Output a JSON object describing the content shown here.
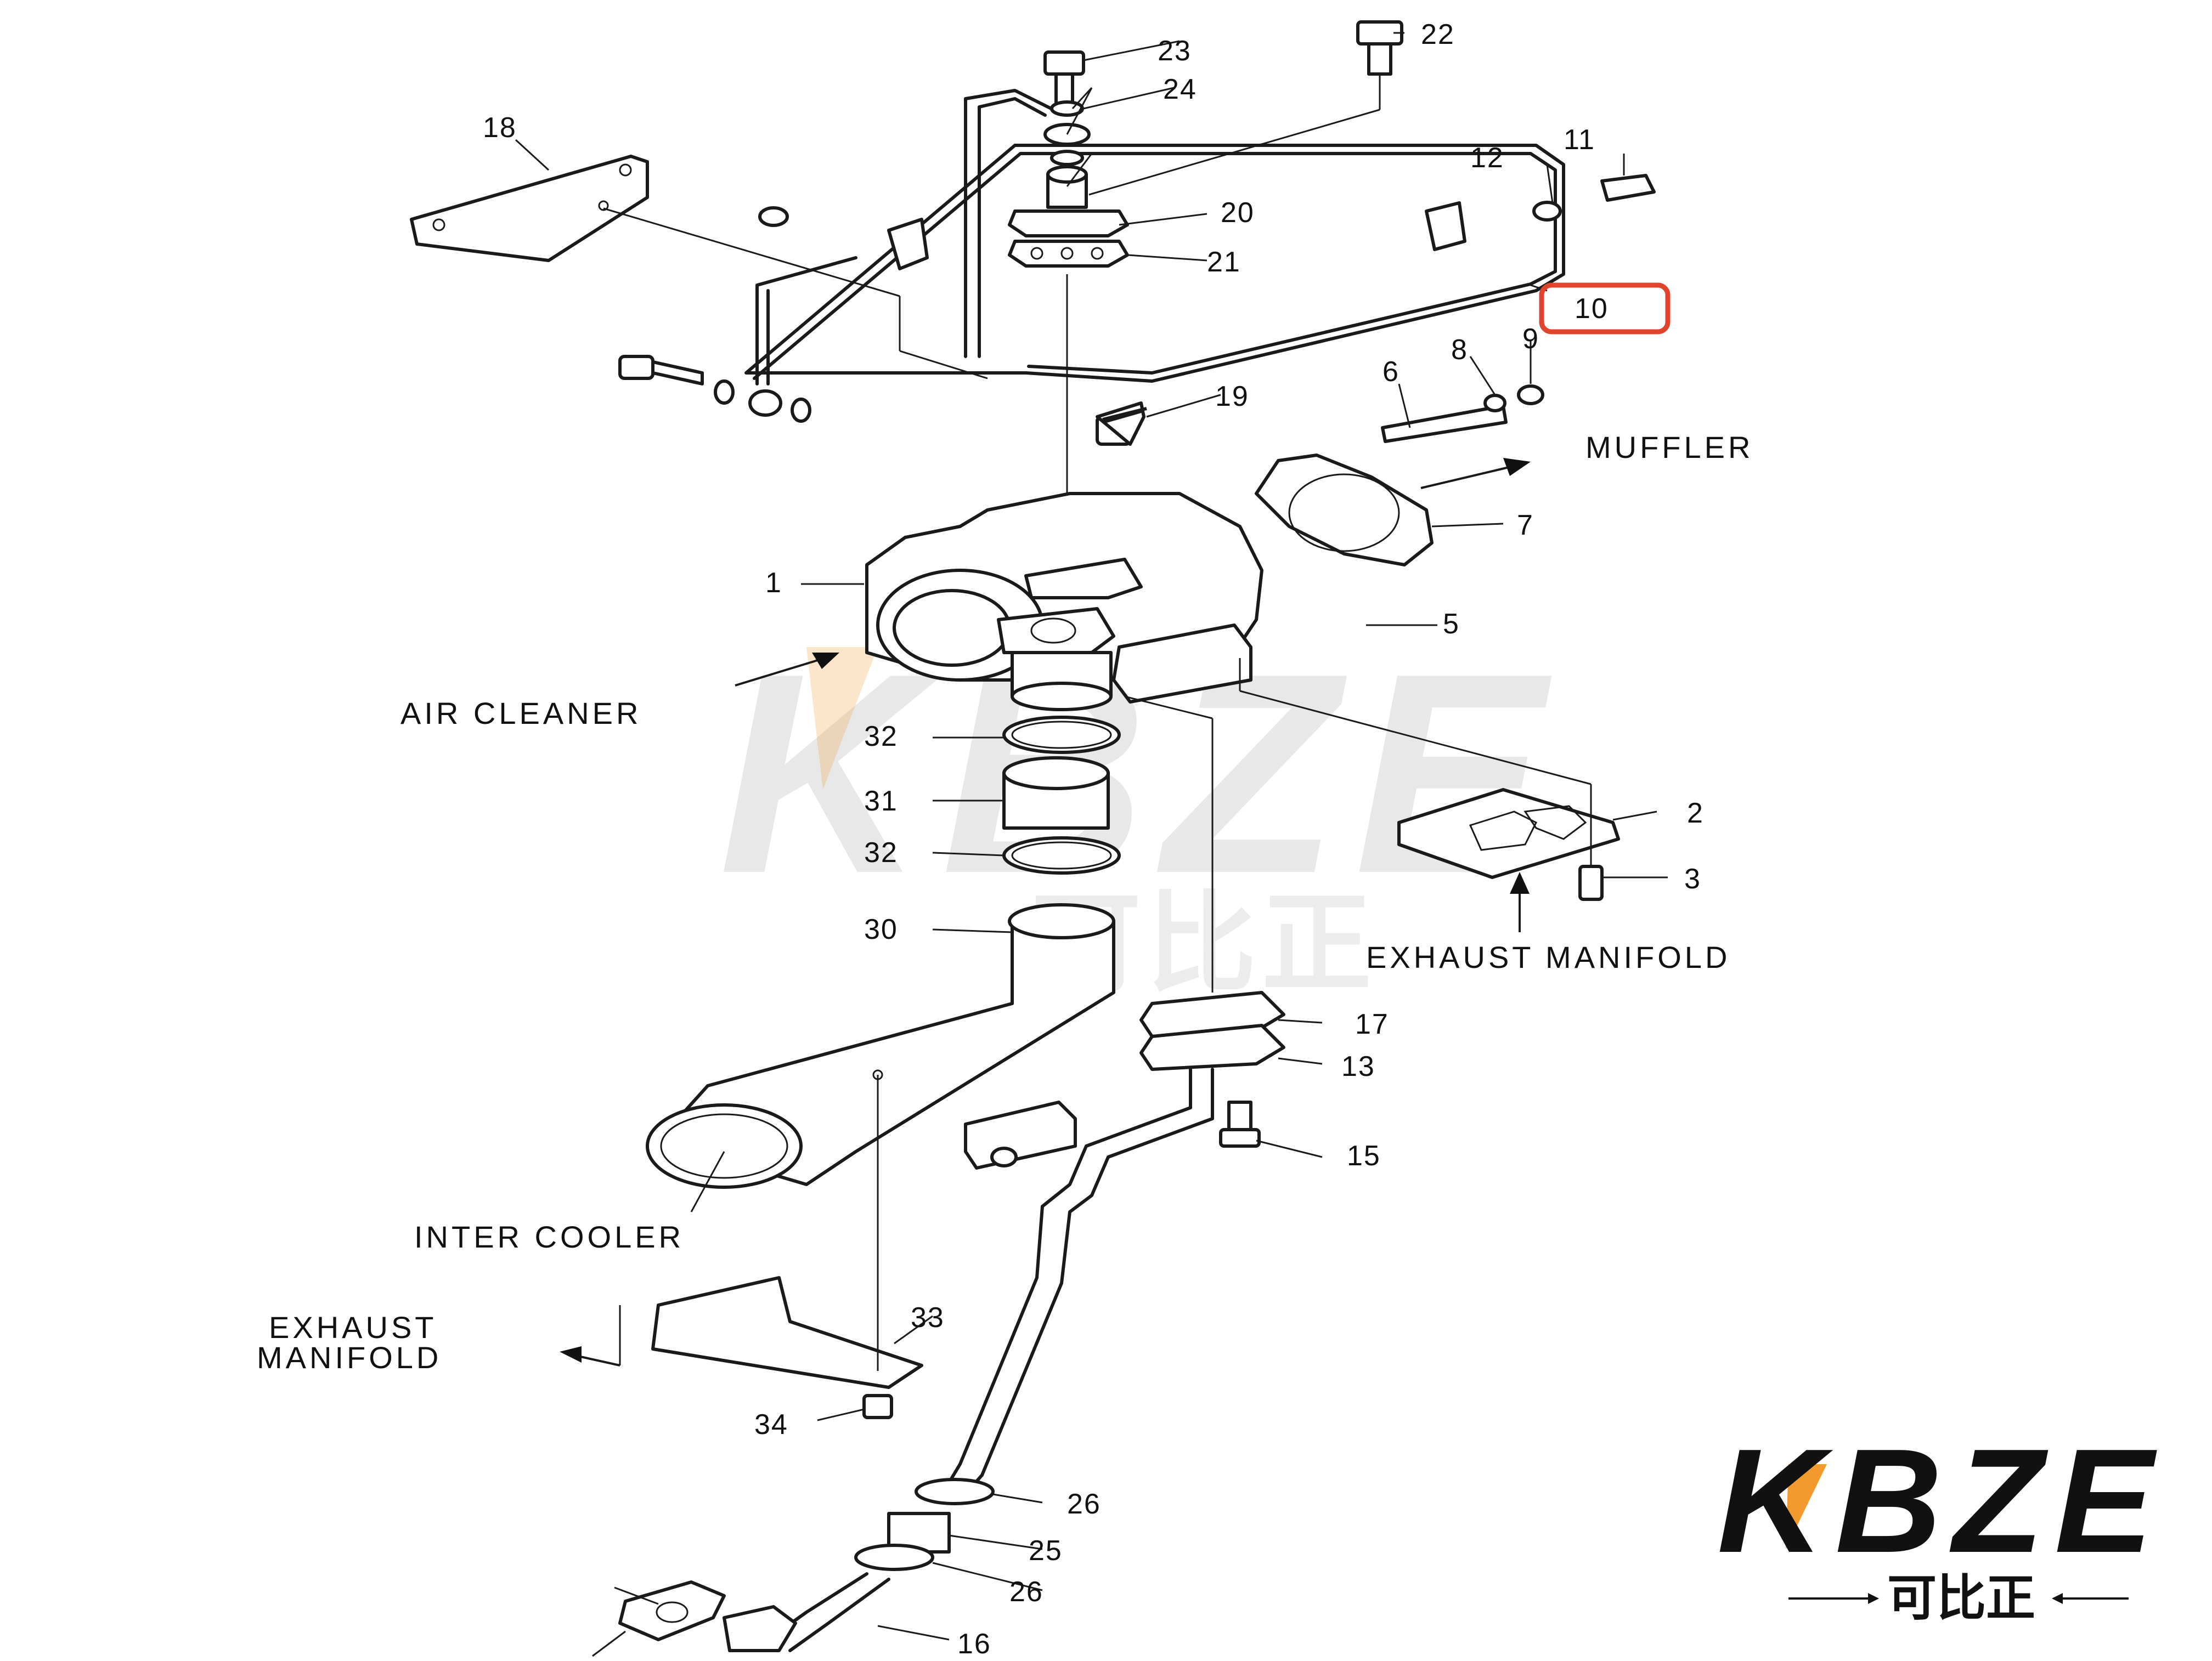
{
  "diagram": {
    "part_numbers": {
      "p1": "1",
      "p2": "2",
      "p3": "3",
      "p5": "5",
      "p6": "6",
      "p7": "7",
      "p8": "8",
      "p9": "9",
      "p10": "10",
      "p11": "11",
      "p12": "12",
      "p13": "13",
      "p15": "15",
      "p16": "16",
      "p17": "17",
      "p18": "18",
      "p19": "19",
      "p20": "20",
      "p21": "21",
      "p22": "22",
      "p23": "23",
      "p24": "24",
      "p25": "25",
      "p26a": "26",
      "p26b": "26",
      "p30": "30",
      "p31": "31",
      "p32a": "32",
      "p32b": "32",
      "p33": "33",
      "p34": "34"
    },
    "captions": {
      "muffler": "MUFFLER",
      "air_cleaner": "AIR CLEANER",
      "exhaust_manifold_right": "EXHAUST MANIFOLD",
      "inter_cooler": "INTER COOLER",
      "exhaust_manifold_left_line1": "EXHAUST",
      "exhaust_manifold_left_line2": "MANIFOLD"
    },
    "highlighted_part": "10",
    "highlight_color": "#e0442c"
  },
  "watermark": {
    "brand": "KBZE",
    "sub": "可比正",
    "brand_color": "#111111",
    "accent_color": "#f39a2e"
  }
}
